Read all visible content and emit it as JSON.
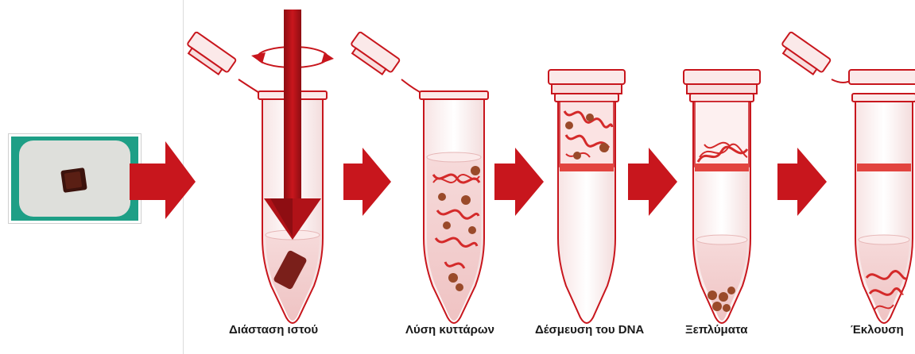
{
  "steps": [
    {
      "label": "Διάσταση ιστού"
    },
    {
      "label": "Λύση κυττάρων"
    },
    {
      "label": "Δέσμευση του DNA"
    },
    {
      "label": "Ξεπλύματα"
    },
    {
      "label": "Έκλουση"
    }
  ],
  "colors": {
    "arrow": "#c8161d",
    "tube_outline": "#c8161d",
    "dna": "#d42a2a",
    "debris": "#9a4a2a",
    "tissue": "#5a1f14",
    "photo_frame": "#1faa8a"
  }
}
